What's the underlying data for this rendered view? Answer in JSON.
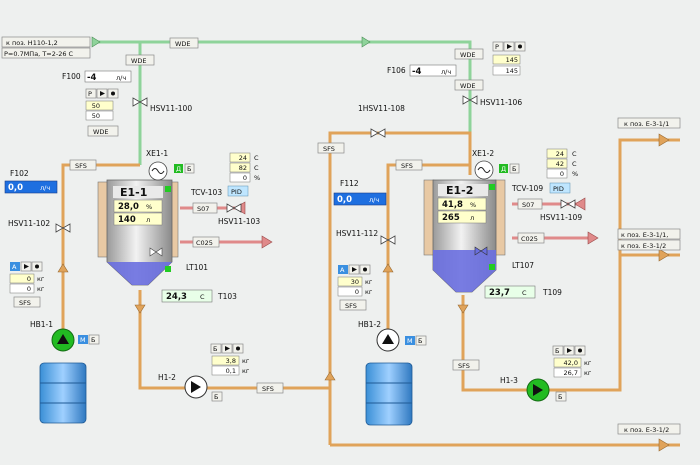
{
  "headers": {
    "feed": "к поз. Н110-1,2",
    "params": "Р=0.7МПа, Т=2-26 С"
  },
  "outlets": {
    "e3_1_1": "к поз. Е-3-1/1",
    "e3_1_1b": "к поз. Е-3-1/1,",
    "e3_1_2": "к поз. Е-3-1/2",
    "e3_1_2b": "к поз. Е-3-1/2"
  },
  "tags": {
    "wde": "WDE",
    "sfs": "SFS",
    "s07": "S07",
    "c025": "C025",
    "pid": "PID"
  },
  "f100": {
    "name": "F100",
    "value": "-4",
    "unit": "л/ч",
    "sp1": "50",
    "sp2": "50",
    "mode": "Р"
  },
  "f106": {
    "name": "F106",
    "value": "-4",
    "unit": "л/ч",
    "sp1": "145",
    "sp2": "145",
    "mode": "Р"
  },
  "f102": {
    "name": "F102",
    "value": "0,0",
    "unit": "л/ч"
  },
  "f112": {
    "name": "F112",
    "value": "0,0",
    "unit": "л/ч"
  },
  "valves": {
    "hsv100": "HSV11-100",
    "hsv106": "HSV11-106",
    "hsv102": "HSV11-102",
    "hsv112": "HSV11-112",
    "hsv108": "1HSV11-108",
    "hsv103": "HSV11-103",
    "hsv109": "HSV11-109"
  },
  "tank1": {
    "name": "Е1-1",
    "level": "28,0",
    "level_unit": "%",
    "volume": "140",
    "vol_unit": "л",
    "lt": "LT101",
    "temp": "24,3",
    "temp_unit": "С",
    "tt": "T103",
    "tcv": "TCV-103",
    "mixer": "ХЕ1-1",
    "t1": "24",
    "t2": "82",
    "t3": "0",
    "u1": "С",
    "u2": "С",
    "u3": "%",
    "fill_pct": 28
  },
  "tank2": {
    "name": "Е1-2",
    "level": "41,8",
    "level_unit": "%",
    "volume": "265",
    "vol_unit": "л",
    "lt": "LT107",
    "temp": "23,7",
    "temp_unit": "С",
    "tt": "T109",
    "tcv": "TCV-109",
    "mixer": "ХЕ1-2",
    "t1": "24",
    "t2": "42",
    "t3": "0",
    "u1": "С",
    "u2": "С",
    "u3": "%",
    "fill_pct": 42
  },
  "dose1": {
    "mode": "А",
    "v1": "0",
    "v2": "0",
    "unit": "кг"
  },
  "dose2": {
    "mode": "А",
    "v1": "30",
    "v2": "0",
    "unit": "кг"
  },
  "pumps": {
    "hb1_1": "НВ1-1",
    "hb1_2": "НВ1-2",
    "h1_2": "Н1-2",
    "h1_3": "Н1-3",
    "m": "М",
    "b": "Б",
    "d": "Д"
  },
  "h12": {
    "v1": "3,8",
    "v2": "0,1",
    "unit": "кг",
    "mode": "Б"
  },
  "h13": {
    "v1": "42,0",
    "v2": "26,7",
    "unit": "кг",
    "mode": "Б"
  },
  "colors": {
    "orange_pipe": "#e0a35a",
    "green_pipe": "#8ed39a",
    "pink_pipe": "#e08a8a",
    "liquid": "#6a6fe0",
    "value_blue": "#1e6fe0",
    "pump_green": "#22bb22"
  }
}
